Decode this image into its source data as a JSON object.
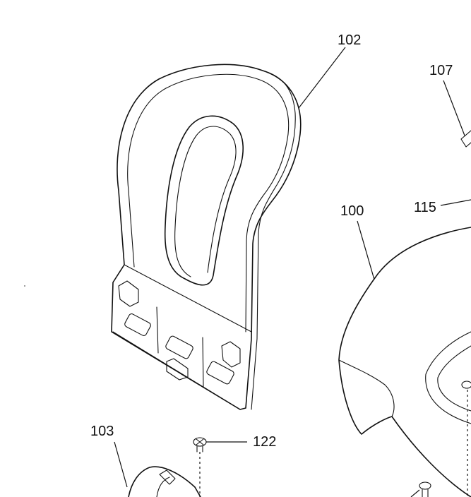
{
  "labels": {
    "part_102": "102",
    "part_107": "107",
    "part_115": "115",
    "part_100": "100",
    "part_103": "103",
    "part_122": "122"
  }
}
